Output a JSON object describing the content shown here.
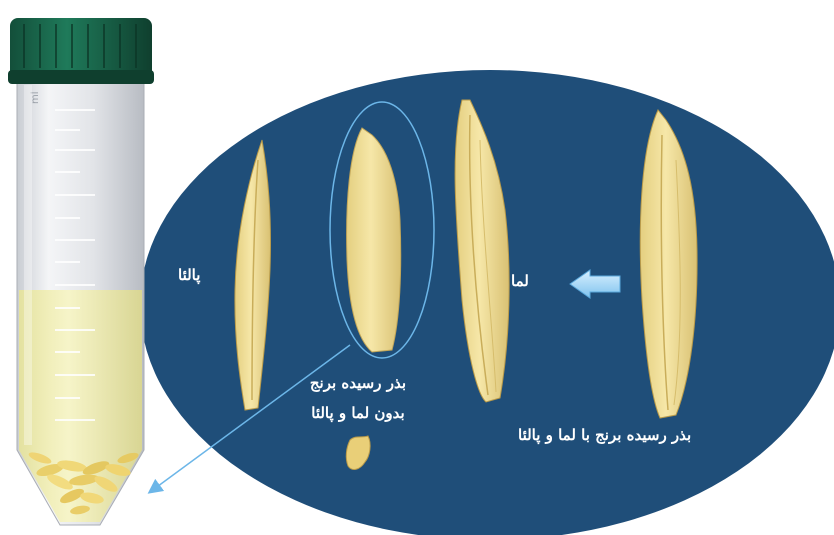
{
  "labels": {
    "palea": "پالئا",
    "lemma": "لما",
    "dehulled_line1": "بذر رسیده برنج",
    "dehulled_line2": "بدون لما و پالئا",
    "hulled": "بذر رسیده برنج با لما و پالئا"
  },
  "tube": {
    "scale_unit": "ml"
  },
  "colors": {
    "ellipse_bg": "#1f4e79",
    "cap": "#1b6b4f",
    "seed": "#f0dd95",
    "seed_dark": "#c8b060",
    "liquid": "#f3f0b0",
    "arrow": "#6cb6e8"
  },
  "icons": {
    "pointer_arrow": "left-arrow-icon"
  }
}
